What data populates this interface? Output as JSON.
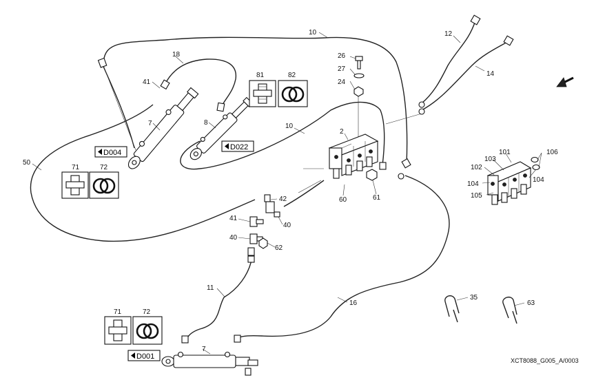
{
  "callouts": {
    "c10a": "10",
    "c12": "12",
    "c14": "14",
    "c18": "18",
    "c26": "26",
    "c27": "27",
    "c24": "24",
    "c41a": "41",
    "c81": "81",
    "c82": "82",
    "c7a": "7",
    "c8": "8",
    "c10b": "10",
    "c2": "2",
    "c50": "50",
    "c71a": "71",
    "c72a": "72",
    "c60": "60",
    "c61": "61",
    "c42": "42",
    "c41b": "41",
    "c40a": "40",
    "c40b": "40",
    "c62": "62",
    "c11": "11",
    "c16": "16",
    "c71b": "71",
    "c72b": "72",
    "c7b": "7",
    "c101": "101",
    "c103": "103",
    "c102": "102",
    "c104a": "104",
    "c104b": "104",
    "c105": "105",
    "c106": "106",
    "c35": "35",
    "c63": "63"
  },
  "refs": {
    "d004": "D004",
    "d022": "D022",
    "d001": "D001"
  },
  "doc_id": "XCT8088_G005_A/0003"
}
